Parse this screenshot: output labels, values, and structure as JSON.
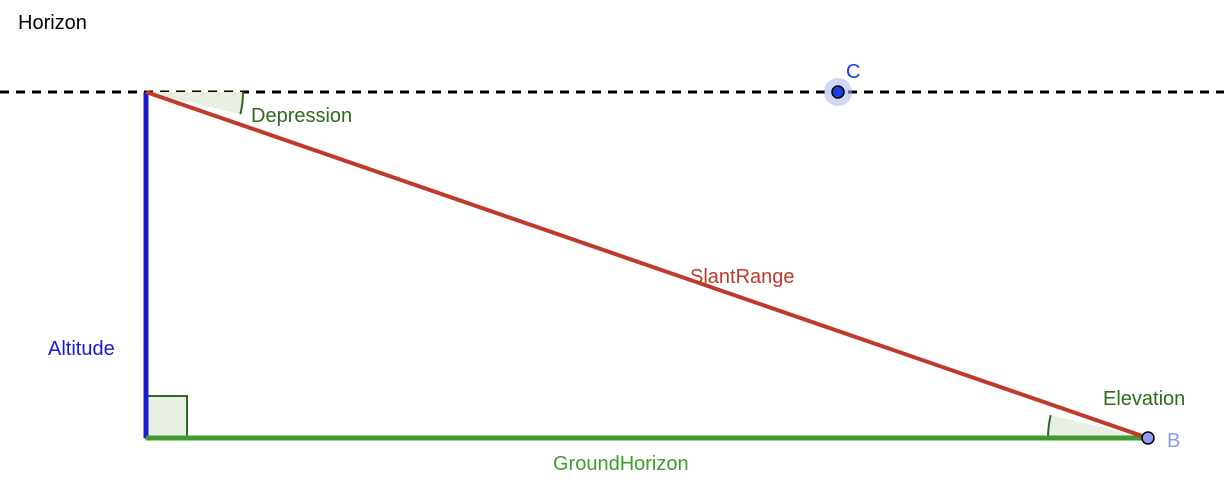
{
  "labels": {
    "horizon": "Horizon",
    "depression": "Depression",
    "slant_range": "SlantRange",
    "altitude": "Altitude",
    "elevation": "Elevation",
    "ground_horizon": "GroundHorizon",
    "point_c": "C",
    "point_b": "B"
  },
  "colors": {
    "horizon_line": "#000000",
    "altitude": "#1a1acc",
    "slant_range": "#c0392b",
    "ground": "#3f9b2d",
    "angle_label": "#2e6b1f",
    "angle_fill": "#e8f0e4",
    "point_c": "#1a3fe0",
    "point_c_halo": "#aab5ee",
    "point_b": "#8f9bef",
    "point_b_label": "#8f9bef"
  }
}
